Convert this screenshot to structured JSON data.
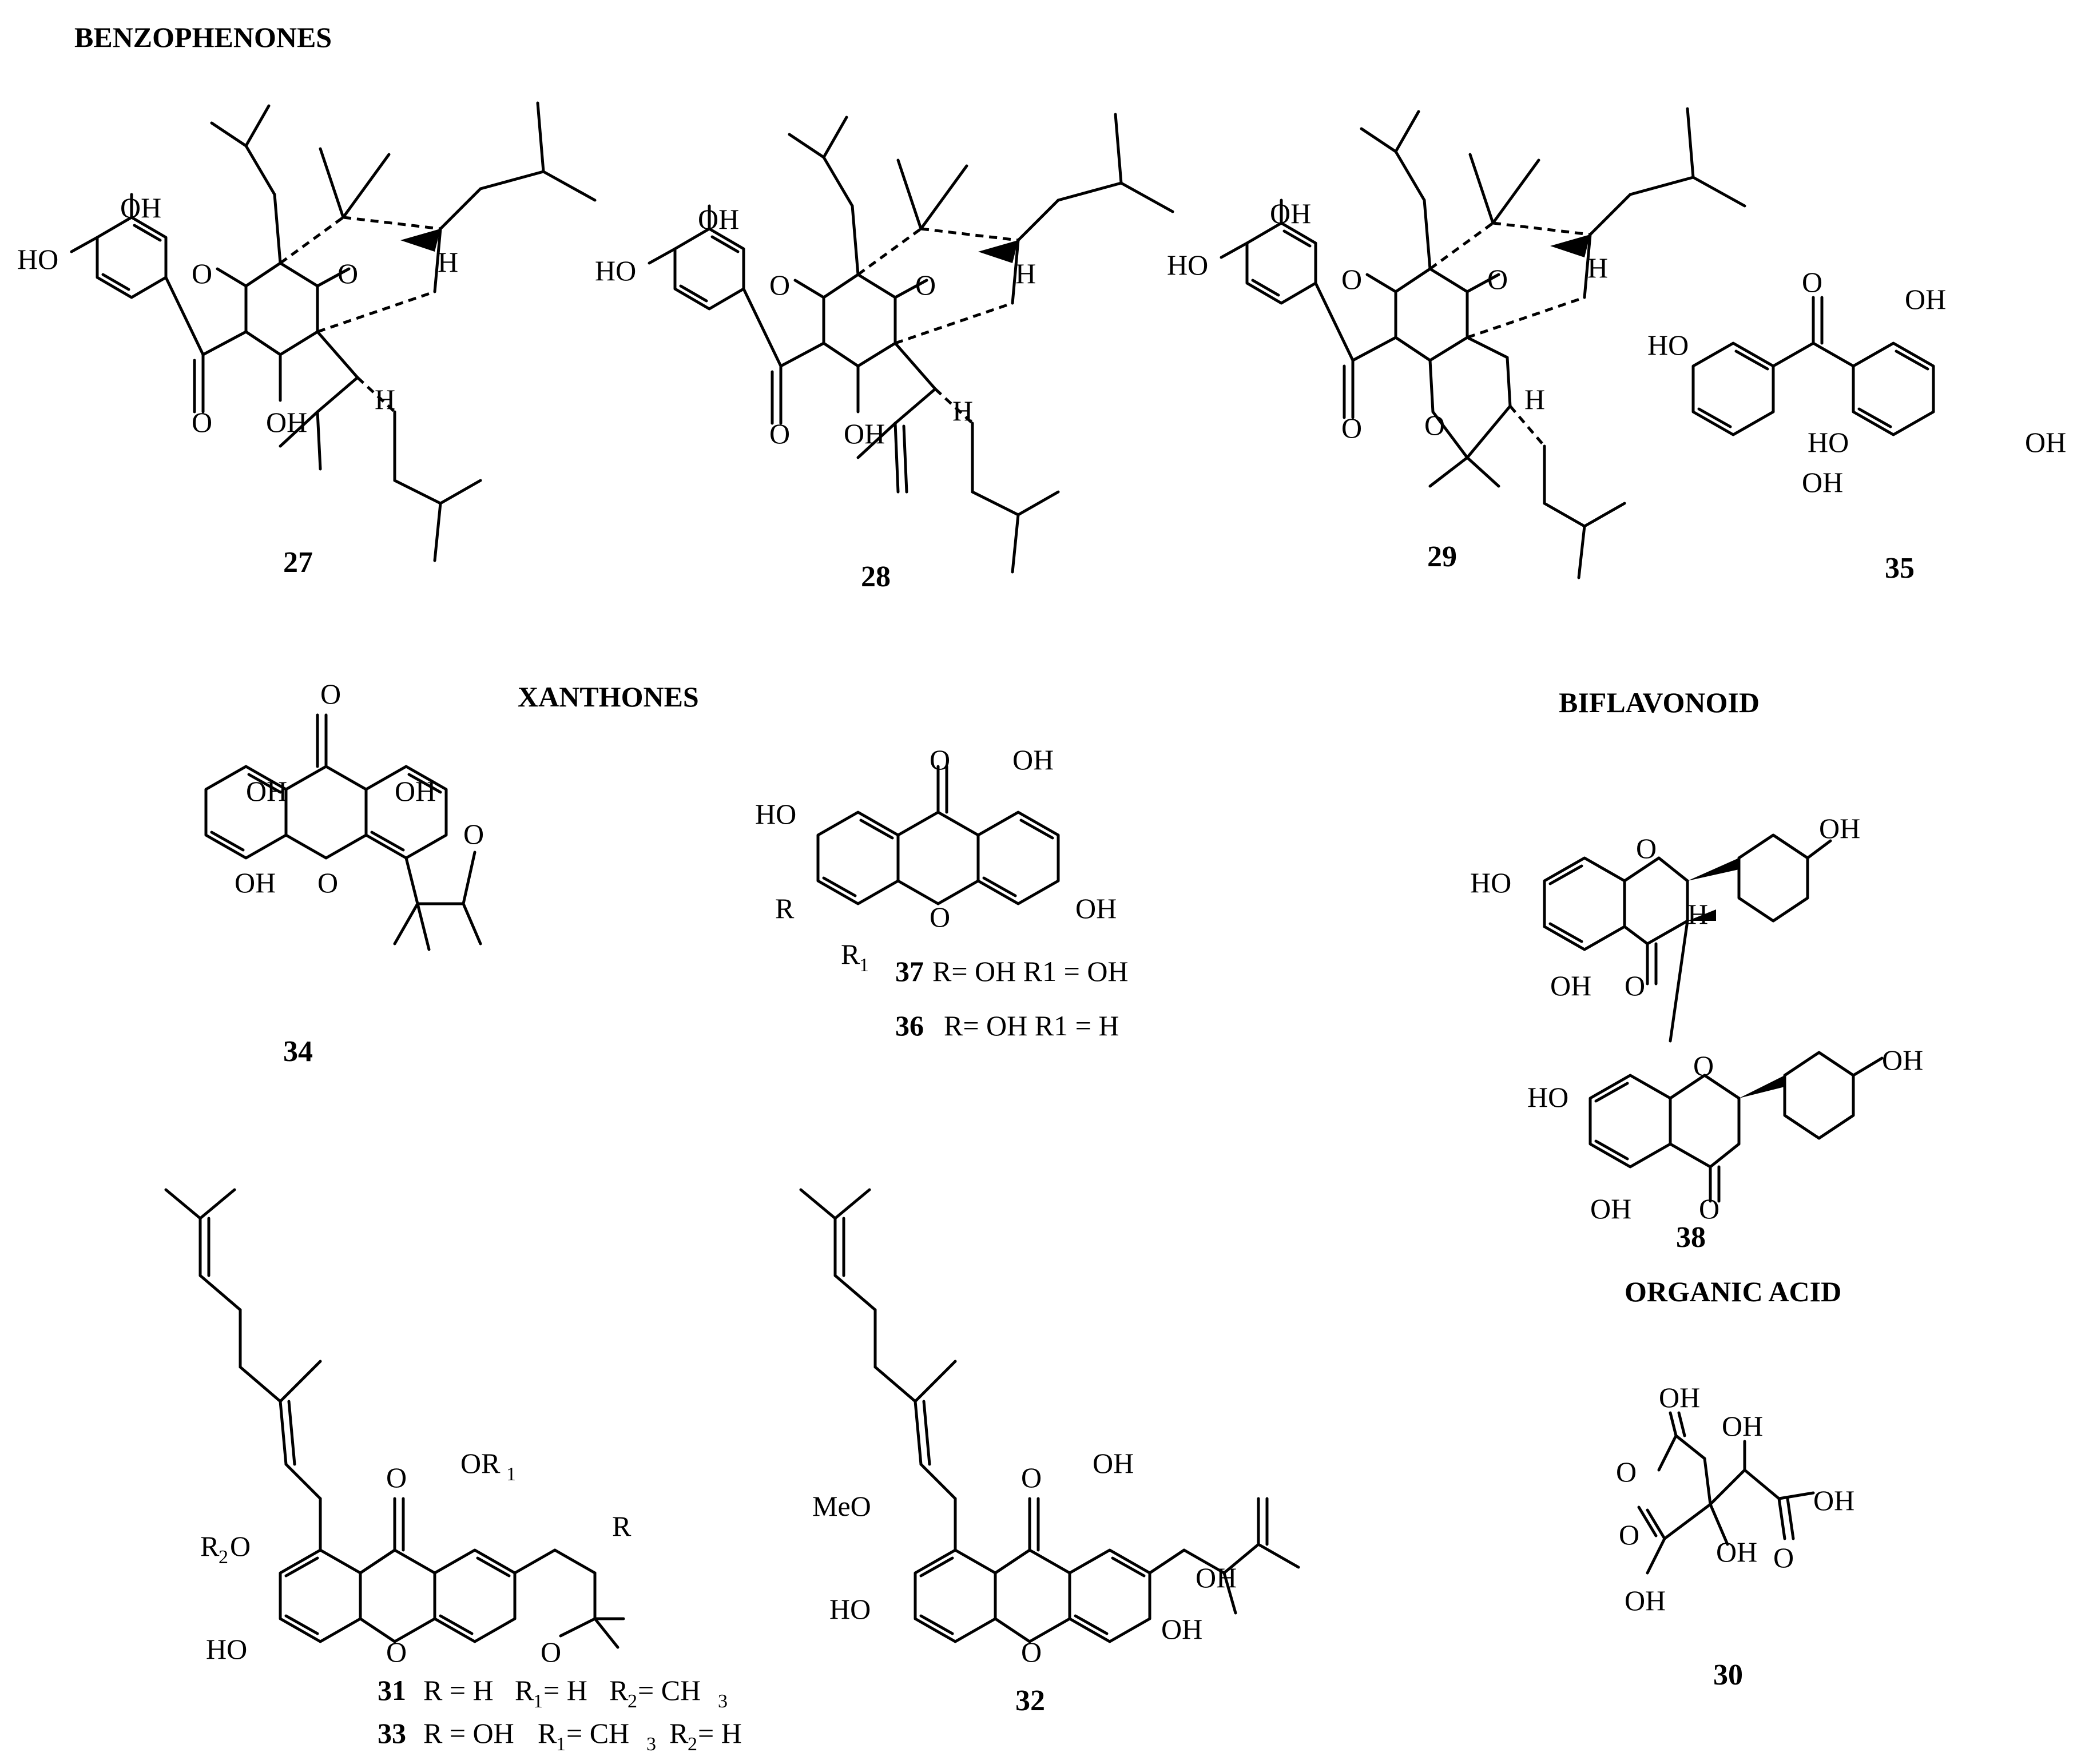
{
  "sections": {
    "benzophenones": "BENZOPHENONES",
    "xanthones": "XANTHONES",
    "biflavonoid": "BIFLAVONOID",
    "organic_acid": "ORGANIC ACID"
  },
  "compounds": {
    "c27": "27",
    "c28": "28",
    "c29": "29",
    "c35": "35",
    "c34": "34",
    "c38": "38",
    "c32": "32",
    "c30": "30"
  },
  "captions": {
    "c37_num": "37",
    "c37_text": "R= OH    R1 = OH",
    "c36_num": "36",
    "c36_text": "R= OH    R1 = H",
    "c31_num": "31",
    "c31_r": "R = H",
    "c31_r1": "R",
    "c31_r1_sub": "1",
    "c31_r1_val": " = H",
    "c31_r2": "R",
    "c31_r2_sub": "2",
    "c31_r2_val": " = CH",
    "c31_r2_val_sub": "3",
    "c33_num": "33",
    "c33_r": "R = OH",
    "c33_r1": "R",
    "c33_r1_sub": "1",
    "c33_r1_val": " = CH",
    "c33_r1_val_sub": "3",
    "c33_r2": "R",
    "c33_r2_sub": "2",
    "c33_r2_val": " = H"
  },
  "atoms": {
    "OH": "OH",
    "HO": "HO",
    "O": "O",
    "H": "H",
    "R": "R",
    "R_letter": "R",
    "sub1": "1",
    "sub2": "2",
    "OR": "OR",
    "MeO": "MeO"
  }
}
